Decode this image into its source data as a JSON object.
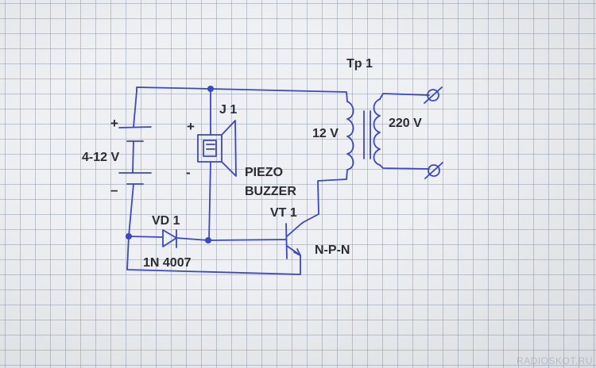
{
  "labels": {
    "plus_battery": "+",
    "minus_battery": "–",
    "voltage_in": "4-12 V",
    "j1": "J 1",
    "plus_buzzer": "+",
    "minus_buzzer": "-",
    "piezo": "PIEZO",
    "buzzer": "BUZZER",
    "vt1": "VT 1",
    "npn": "N-P-N",
    "vd1": "VD 1",
    "diode_part": "1N 4007",
    "tp1": "Tp 1",
    "v12": "12 V",
    "v220": "220 V"
  },
  "watermark": "RADIOSKOT.RU",
  "colors": {
    "ink": "#3a47c8",
    "text": "#2c2c34",
    "paper": "#eef0f3"
  }
}
